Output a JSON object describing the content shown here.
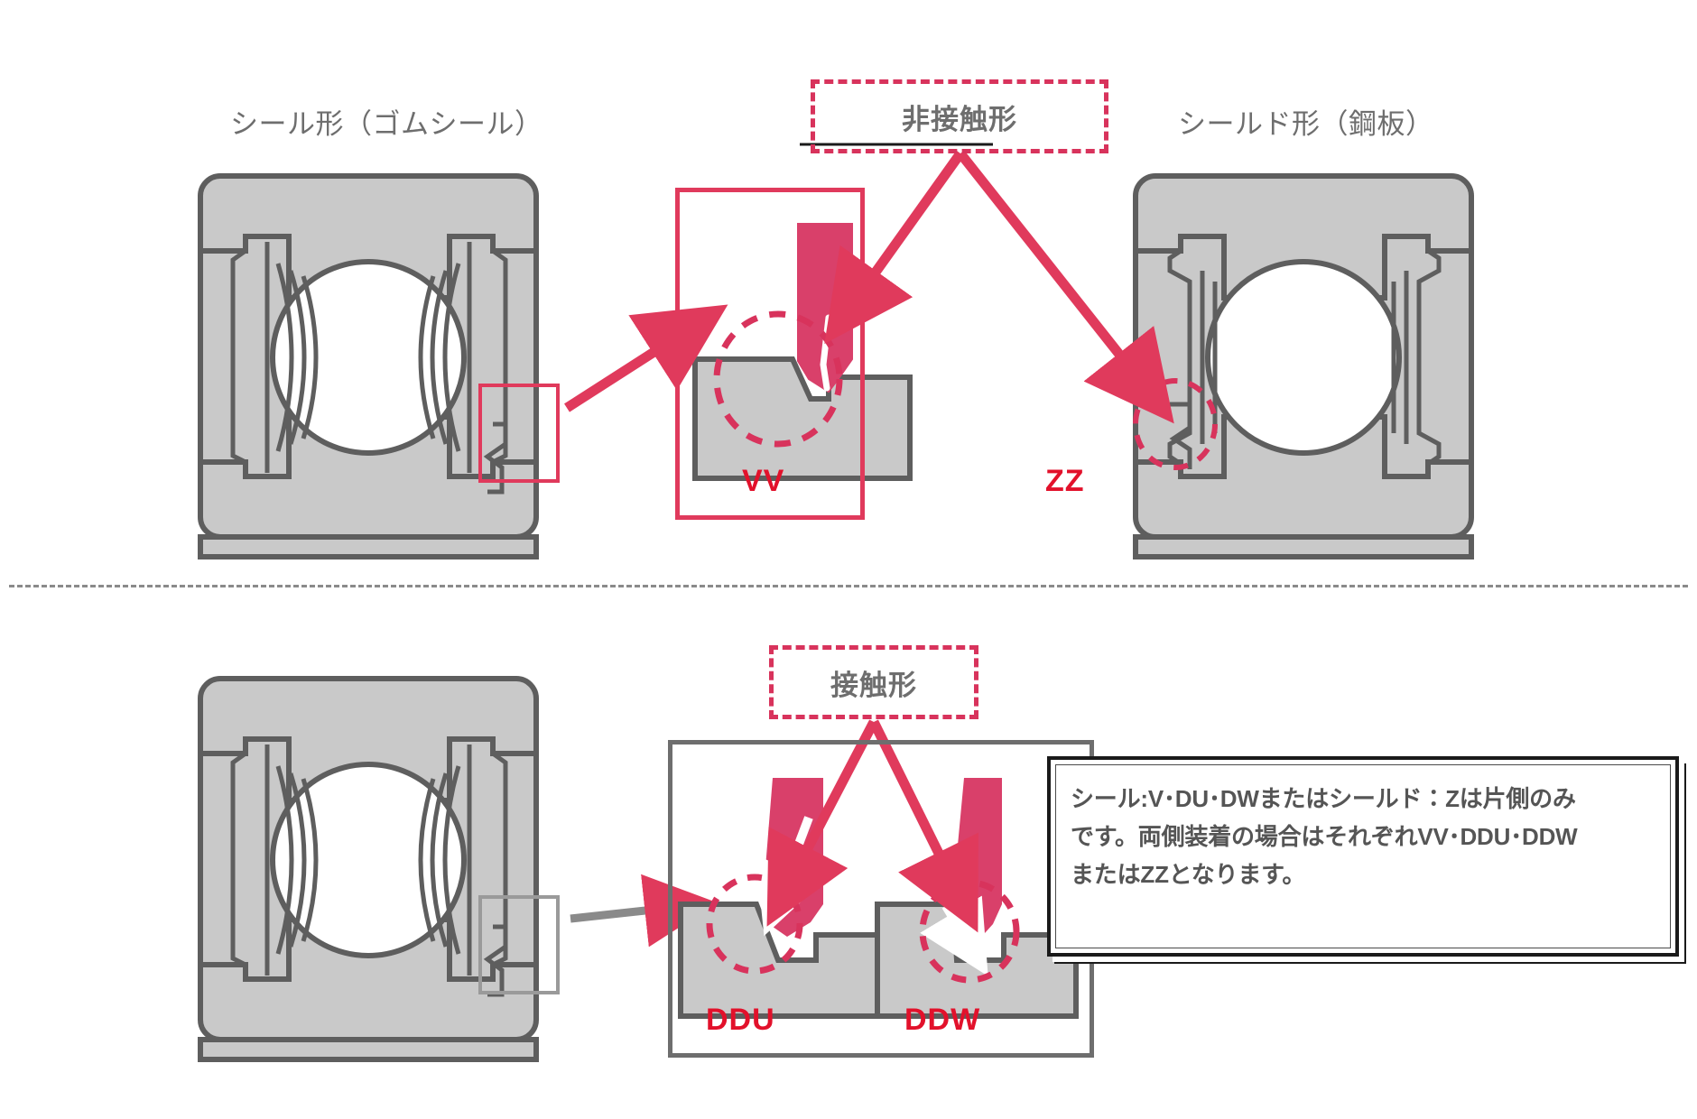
{
  "diagram": {
    "title_hidden": "Deep groove ball bearing seal and shield type variants",
    "colors": {
      "crimson": "#d8335c",
      "crimson_solid": "#e03a5c",
      "code_red": "#e2112b",
      "seal_fill": "#d9406a",
      "ring_fill": "#c9c9c9",
      "ring_stroke": "#5e5e5e",
      "caption_gray": "#6e6e6e",
      "divider_gray": "#8a8a8a",
      "note_border": "#1a1a1a"
    }
  },
  "top_section": {
    "left_caption": "シール形（ゴムシール）",
    "right_caption": "シールド形（鋼板）",
    "callout": "非接触形",
    "detail_code": "VV",
    "shield_code": "ZZ"
  },
  "bottom_section": {
    "callout": "接触形",
    "detail_code_left": "DDU",
    "detail_code_right": "DDW"
  },
  "note": {
    "line1": "シール:V･DU･DWまたはシールド：Zは片側のみ",
    "line2": "です。両側装着の場合はそれぞれVV･DDU･DDW",
    "line3": "またはZZとなります。"
  },
  "icons": {
    "arrow_crimson": "arrow-crimson-icon",
    "arrow_white": "arrow-white-icon",
    "dashed_circle": "dashed-circle-highlight-icon",
    "ball": "bearing-ball-icon",
    "seal_lip": "seal-lip-icon"
  }
}
